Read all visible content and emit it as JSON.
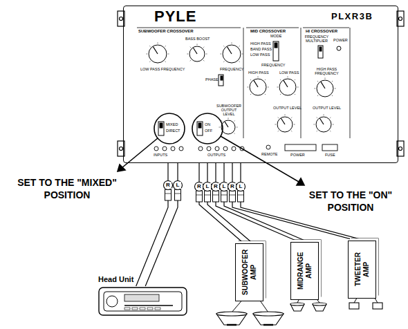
{
  "diagram": {
    "nodes": [
      {
        "text": [
          "PYLE",
          "PLXR3B"
        ]
      },
      {
        "text": [
          "SUBWOOFER AMP"
        ]
      },
      {
        "text": [
          "MIDRANGE AMP"
        ]
      },
      {
        "text": [
          "TWEETER AMP"
        ]
      },
      {
        "text": [
          "Head Unit"
        ]
      }
    ],
    "edges": [
      {
        "from": 4,
        "to": 0,
        "arrow": "none"
      },
      {
        "from": 0,
        "to": 1,
        "arrow": "none"
      },
      {
        "from": 0,
        "to": 2,
        "arrow": "none"
      },
      {
        "from": 0,
        "to": 3,
        "arrow": "none"
      }
    ],
    "labels": [
      "SUBWOOFER CROSSOVER",
      "MID CROSSOVER",
      "HI CROSSOVER",
      "BASS BOOST",
      "LOW PASS FREQUENCY",
      "FREQUENCY",
      "PHASE",
      "SUBWOOFER OUTPUT LEVEL",
      "MODE",
      "HIGH PASS",
      "BAND PASS",
      "LOW PASS",
      "FREQUENCY",
      "HIGH PASS",
      "LOW PASS",
      "OUTPUT LEVEL",
      "FREQUENCY MULTIPLIER",
      "POWER",
      "HIGH PASS FREQUENCY",
      "OUTPUT LEVEL",
      "MIXED",
      "DIRECT",
      "ON",
      "OFF",
      "INPUTS",
      "OUTPUTS",
      "REMOTE",
      "POWER",
      "FUSE",
      "SET TO THE \"MIXED\" POSITION",
      "SET TO THE \"ON\" POSITION",
      "R",
      "L",
      "R",
      "L",
      "R",
      "L",
      "R",
      "L"
    ]
  }
}
